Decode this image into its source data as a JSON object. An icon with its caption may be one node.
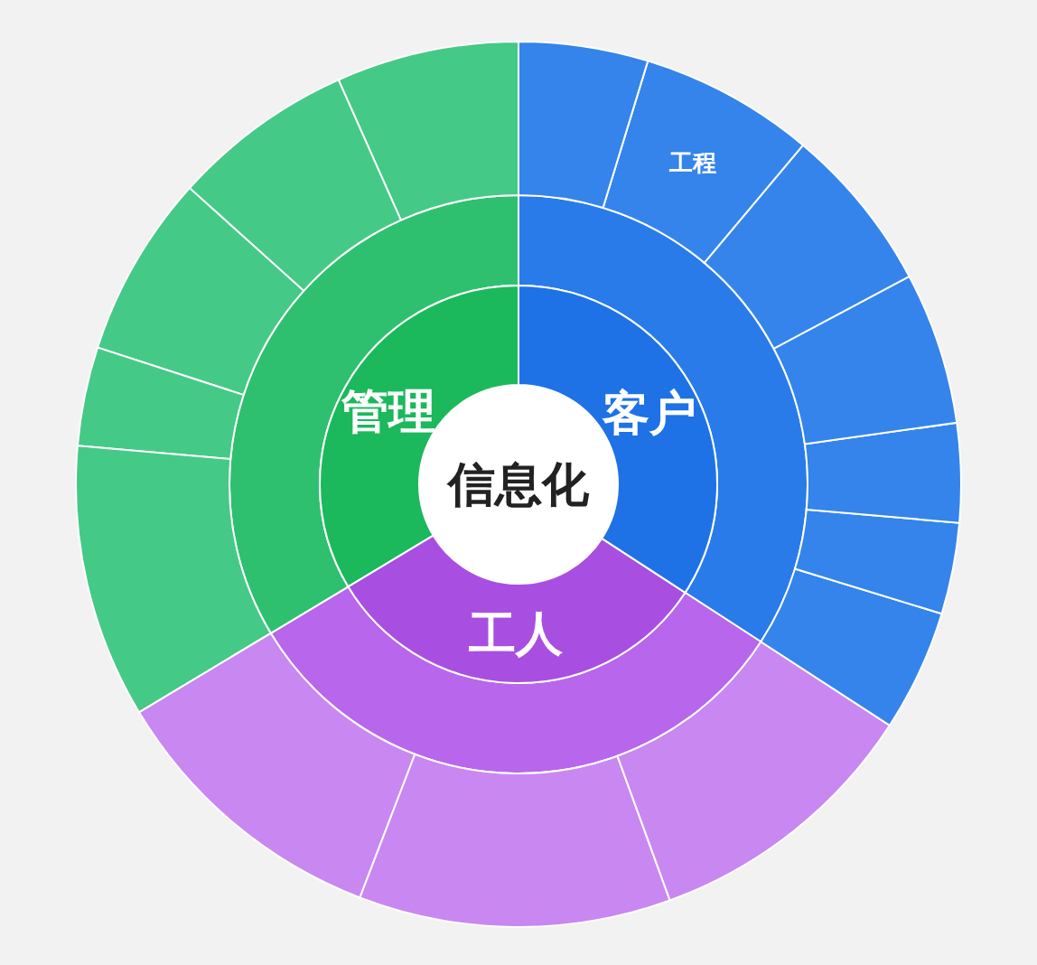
{
  "diagram": {
    "nodes": [
      {
        "text": [
          "信息化"
        ]
      },
      {
        "text": [
          "客户"
        ]
      },
      {
        "text": [
          "工人"
        ]
      },
      {
        "text": [
          "管理"
        ]
      },
      {
        "text": [],
        "shape": "wedge"
      },
      {
        "text": [
          "工程"
        ]
      },
      {
        "text": [],
        "shape": "wedge"
      },
      {
        "text": [],
        "shape": "wedge"
      },
      {
        "text": [],
        "shape": "wedge"
      },
      {
        "text": [],
        "shape": "wedge"
      },
      {
        "text": [],
        "shape": "wedge"
      },
      {
        "text": [],
        "shape": "wedge"
      },
      {
        "text": [],
        "shape": "wedge"
      },
      {
        "text": [],
        "shape": "wedge"
      },
      {
        "text": [],
        "shape": "wedge"
      },
      {
        "text": [],
        "shape": "wedge"
      },
      {
        "text": [],
        "shape": "wedge"
      },
      {
        "text": [],
        "shape": "wedge"
      },
      {
        "text": [],
        "shape": "wedge"
      }
    ]
  }
}
